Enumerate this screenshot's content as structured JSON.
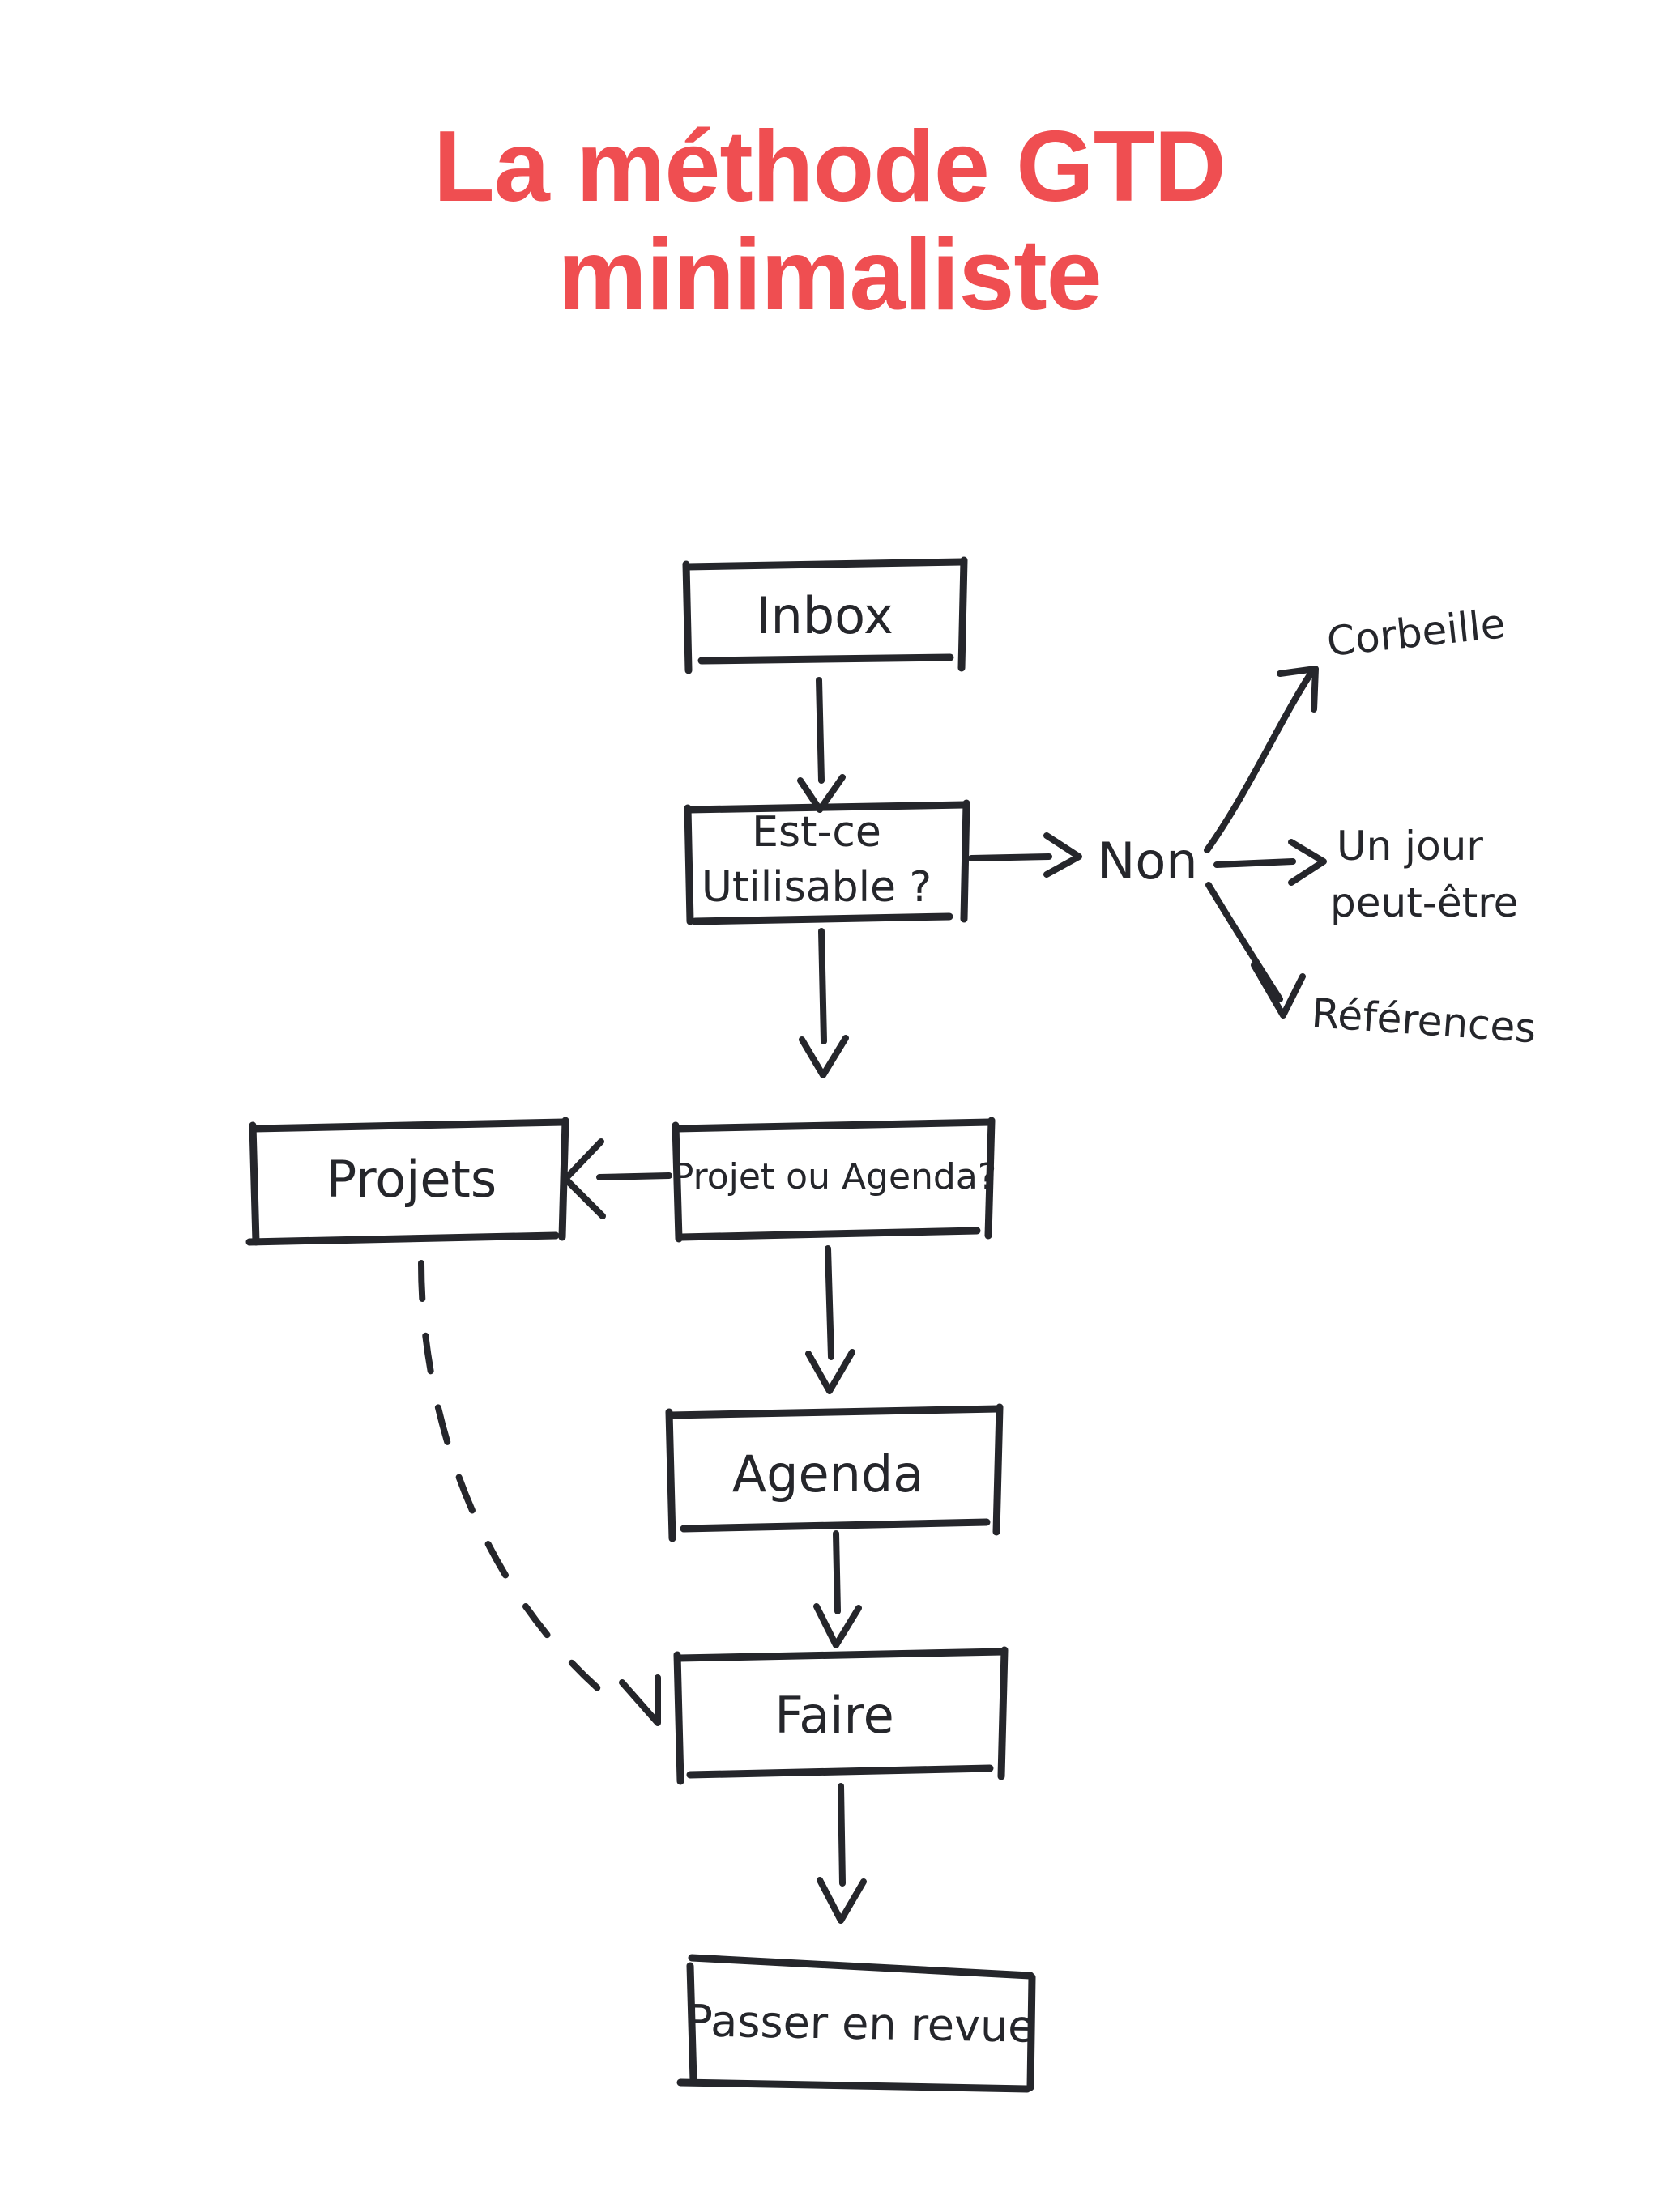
{
  "page": {
    "background_color": "#ffffff",
    "title_color": "#ef4e51",
    "ink_color": "#25262b"
  },
  "header": {
    "title_line_1": "La méthode GTD",
    "title_line_2": "minimaliste",
    "title_full": "La méthode GTD minimaliste"
  },
  "diagram": {
    "type": "flowchart",
    "style": "hand-drawn sketch",
    "nodes": {
      "inbox": {
        "label": "Inbox",
        "shape": "box"
      },
      "est_ce_utilisable": {
        "label_line_1": "Est-ce",
        "label_line_2": "Utilisable ?",
        "shape": "box"
      },
      "non": {
        "label": "Non",
        "shape": "text"
      },
      "corbeille": {
        "label": "Corbeille",
        "shape": "text"
      },
      "un_jour": {
        "label_line_1": "Un jour",
        "label_line_2": "peut-être",
        "shape": "text"
      },
      "references": {
        "label": "Références",
        "shape": "text"
      },
      "projet_ou_agenda": {
        "label": "Projet ou Agenda?",
        "shape": "box"
      },
      "projets": {
        "label": "Projets",
        "shape": "box"
      },
      "agenda": {
        "label": "Agenda",
        "shape": "box"
      },
      "faire": {
        "label": "Faire",
        "shape": "box"
      },
      "passer_en_revue": {
        "label": "Passer en revue",
        "shape": "box"
      }
    },
    "edges": [
      {
        "from": "inbox",
        "to": "est_ce_utilisable",
        "style": "solid",
        "direction": "down"
      },
      {
        "from": "est_ce_utilisable",
        "to": "non",
        "style": "solid",
        "direction": "right"
      },
      {
        "from": "non",
        "to": "corbeille",
        "style": "solid",
        "direction": "up-right"
      },
      {
        "from": "non",
        "to": "un_jour",
        "style": "solid",
        "direction": "right"
      },
      {
        "from": "non",
        "to": "references",
        "style": "solid",
        "direction": "down-right"
      },
      {
        "from": "est_ce_utilisable",
        "to": "projet_ou_agenda",
        "style": "solid",
        "direction": "down"
      },
      {
        "from": "projet_ou_agenda",
        "to": "projets",
        "style": "solid",
        "direction": "left"
      },
      {
        "from": "projet_ou_agenda",
        "to": "agenda",
        "style": "solid",
        "direction": "down"
      },
      {
        "from": "agenda",
        "to": "faire",
        "style": "solid",
        "direction": "down"
      },
      {
        "from": "projets",
        "to": "faire",
        "style": "dashed",
        "direction": "down-right"
      },
      {
        "from": "faire",
        "to": "passer_en_revue",
        "style": "solid",
        "direction": "down"
      }
    ]
  }
}
